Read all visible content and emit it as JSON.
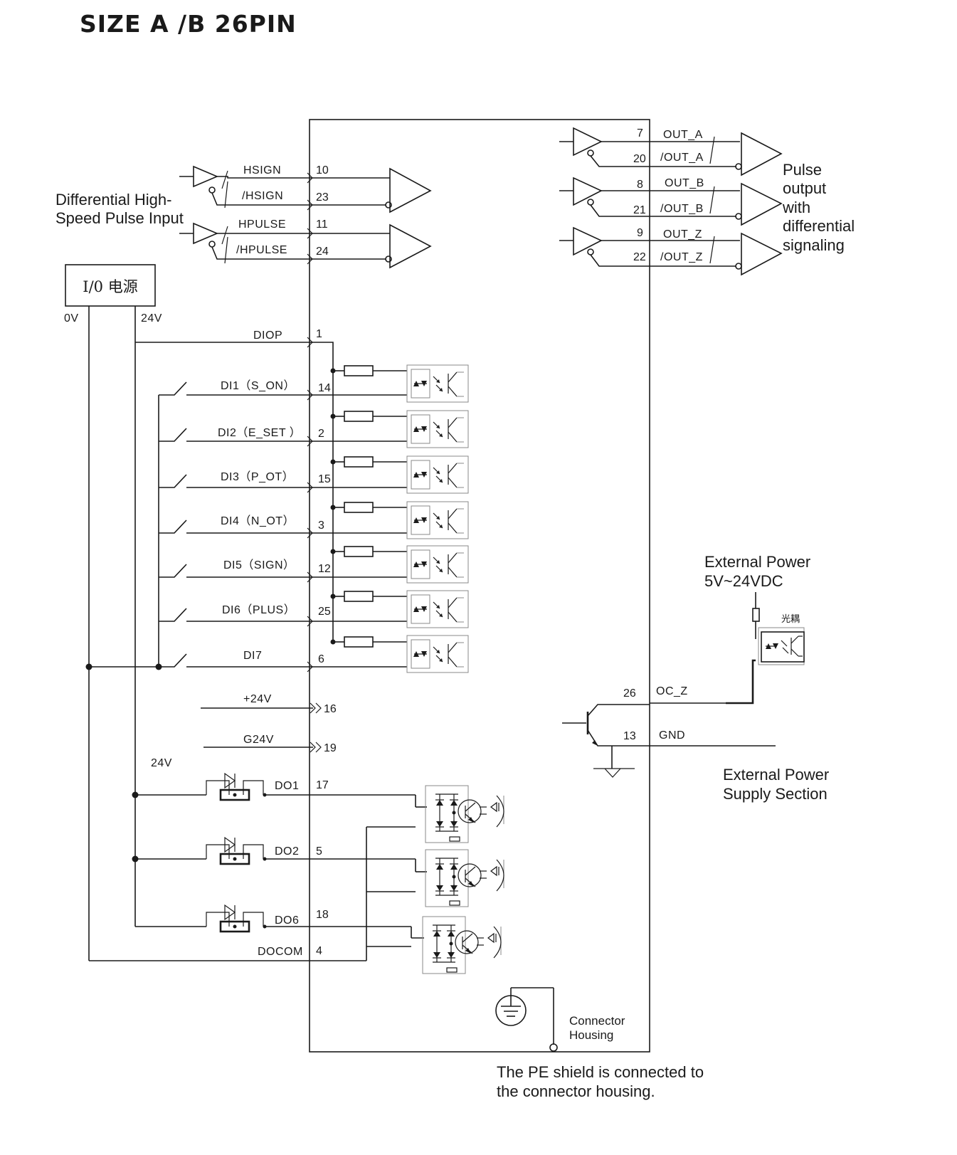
{
  "title": "SIZE A /B  26PIN",
  "notes": {
    "diff_input": [
      "Differential High-",
      "Speed Pulse Input"
    ],
    "pulse_output": [
      "Pulse",
      "output",
      "with",
      "differential",
      "signaling"
    ],
    "external_power_top": [
      "External Power",
      "5V~24VDC"
    ],
    "opto_label": "光耦",
    "external_power_section": [
      "External Power",
      "Supply Section"
    ],
    "connector_housing": [
      "Connector",
      "Housing"
    ],
    "pe_shield": [
      "The PE shield is connected to",
      "the connector housing."
    ]
  },
  "power_supply": {
    "label": "I/0 电源",
    "zero_v": "0V",
    "plus_v": "24V"
  },
  "label_24v_do": "24V",
  "pulse_inputs": [
    {
      "signal": "HSIGN",
      "pin": "10"
    },
    {
      "signal": "/HSIGN",
      "pin": "23"
    },
    {
      "signal": "HPULSE",
      "pin": "11"
    },
    {
      "signal": "/HPULSE",
      "pin": "24"
    }
  ],
  "pulse_outputs": [
    {
      "signal": "OUT_A",
      "pin": "7"
    },
    {
      "signal": "/OUT_A",
      "pin": "20"
    },
    {
      "signal": "OUT_B",
      "pin": "8"
    },
    {
      "signal": "/OUT_B",
      "pin": "21"
    },
    {
      "signal": "OUT_Z",
      "pin": "9"
    },
    {
      "signal": "/OUT_Z",
      "pin": "22"
    }
  ],
  "digital_inputs": [
    {
      "signal": "DIOP",
      "pin": "1"
    },
    {
      "signal": "DI1（S_ON）",
      "pin": "14"
    },
    {
      "signal": "DI2（E_SET ）",
      "pin": "2"
    },
    {
      "signal": "DI3（P_OT）",
      "pin": "15"
    },
    {
      "signal": "DI4（N_OT）",
      "pin": "3"
    },
    {
      "signal": "DI5（SIGN）",
      "pin": "12"
    },
    {
      "signal": "DI6（PLUS）",
      "pin": "25"
    },
    {
      "signal": "DI7",
      "pin": "6"
    }
  ],
  "power_pins": [
    {
      "signal": "+24V",
      "pin": "16"
    },
    {
      "signal": "G24V",
      "pin": "19"
    }
  ],
  "digital_outputs": [
    {
      "signal": "DO1",
      "pin": "17"
    },
    {
      "signal": "DO2",
      "pin": "5"
    },
    {
      "signal": "DO6",
      "pin": "18"
    },
    {
      "signal": "DOCOM",
      "pin": "4"
    }
  ],
  "oc_outputs": [
    {
      "signal": "OC_Z",
      "pin": "26"
    },
    {
      "signal": "GND",
      "pin": "13"
    }
  ]
}
